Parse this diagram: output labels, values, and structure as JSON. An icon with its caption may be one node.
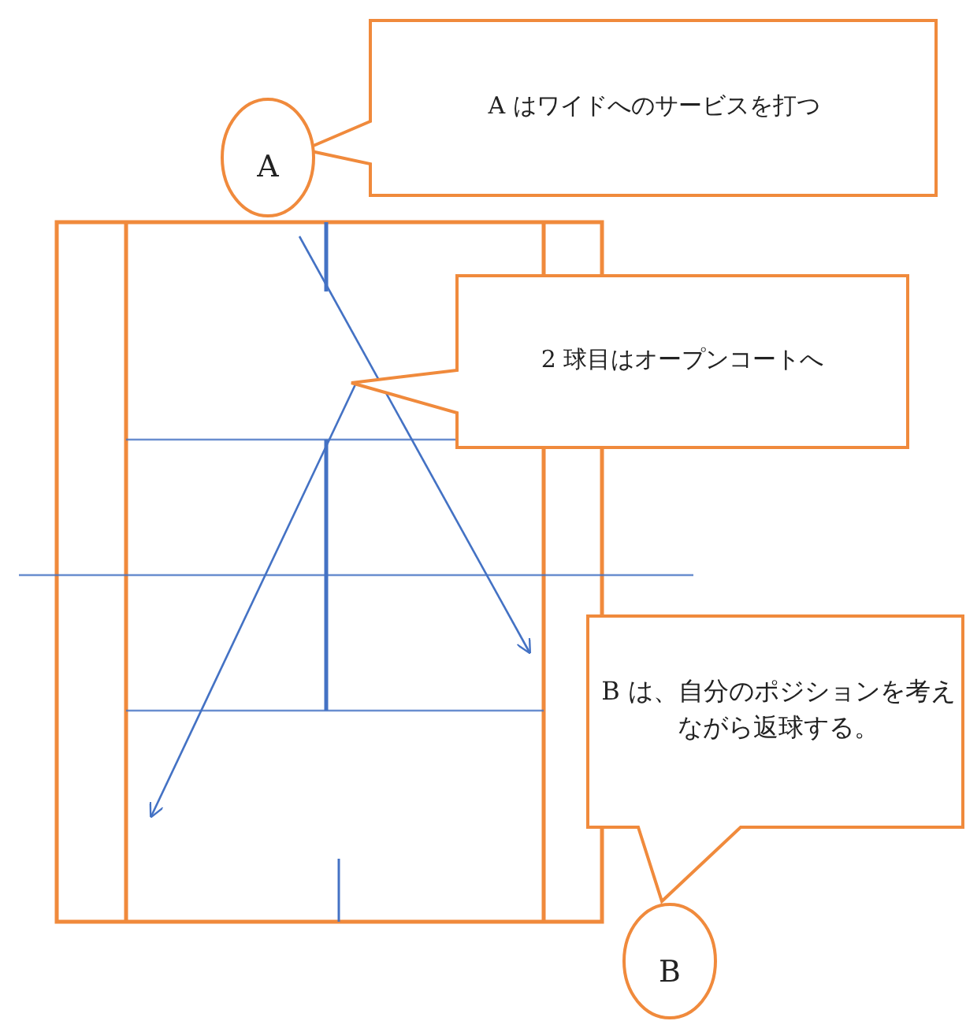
{
  "diagram": {
    "nodes": [
      {
        "text": [
          "A はワイドへのサービスを打つ"
        ]
      },
      {
        "text": [
          "A"
        ]
      },
      {
        "text": [
          "2 球目はオープンコートへ"
        ]
      },
      {
        "text": [
          "B は、自分のポジションを考えながら返球する。"
        ]
      },
      {
        "text": [
          "B"
        ]
      }
    ]
  }
}
